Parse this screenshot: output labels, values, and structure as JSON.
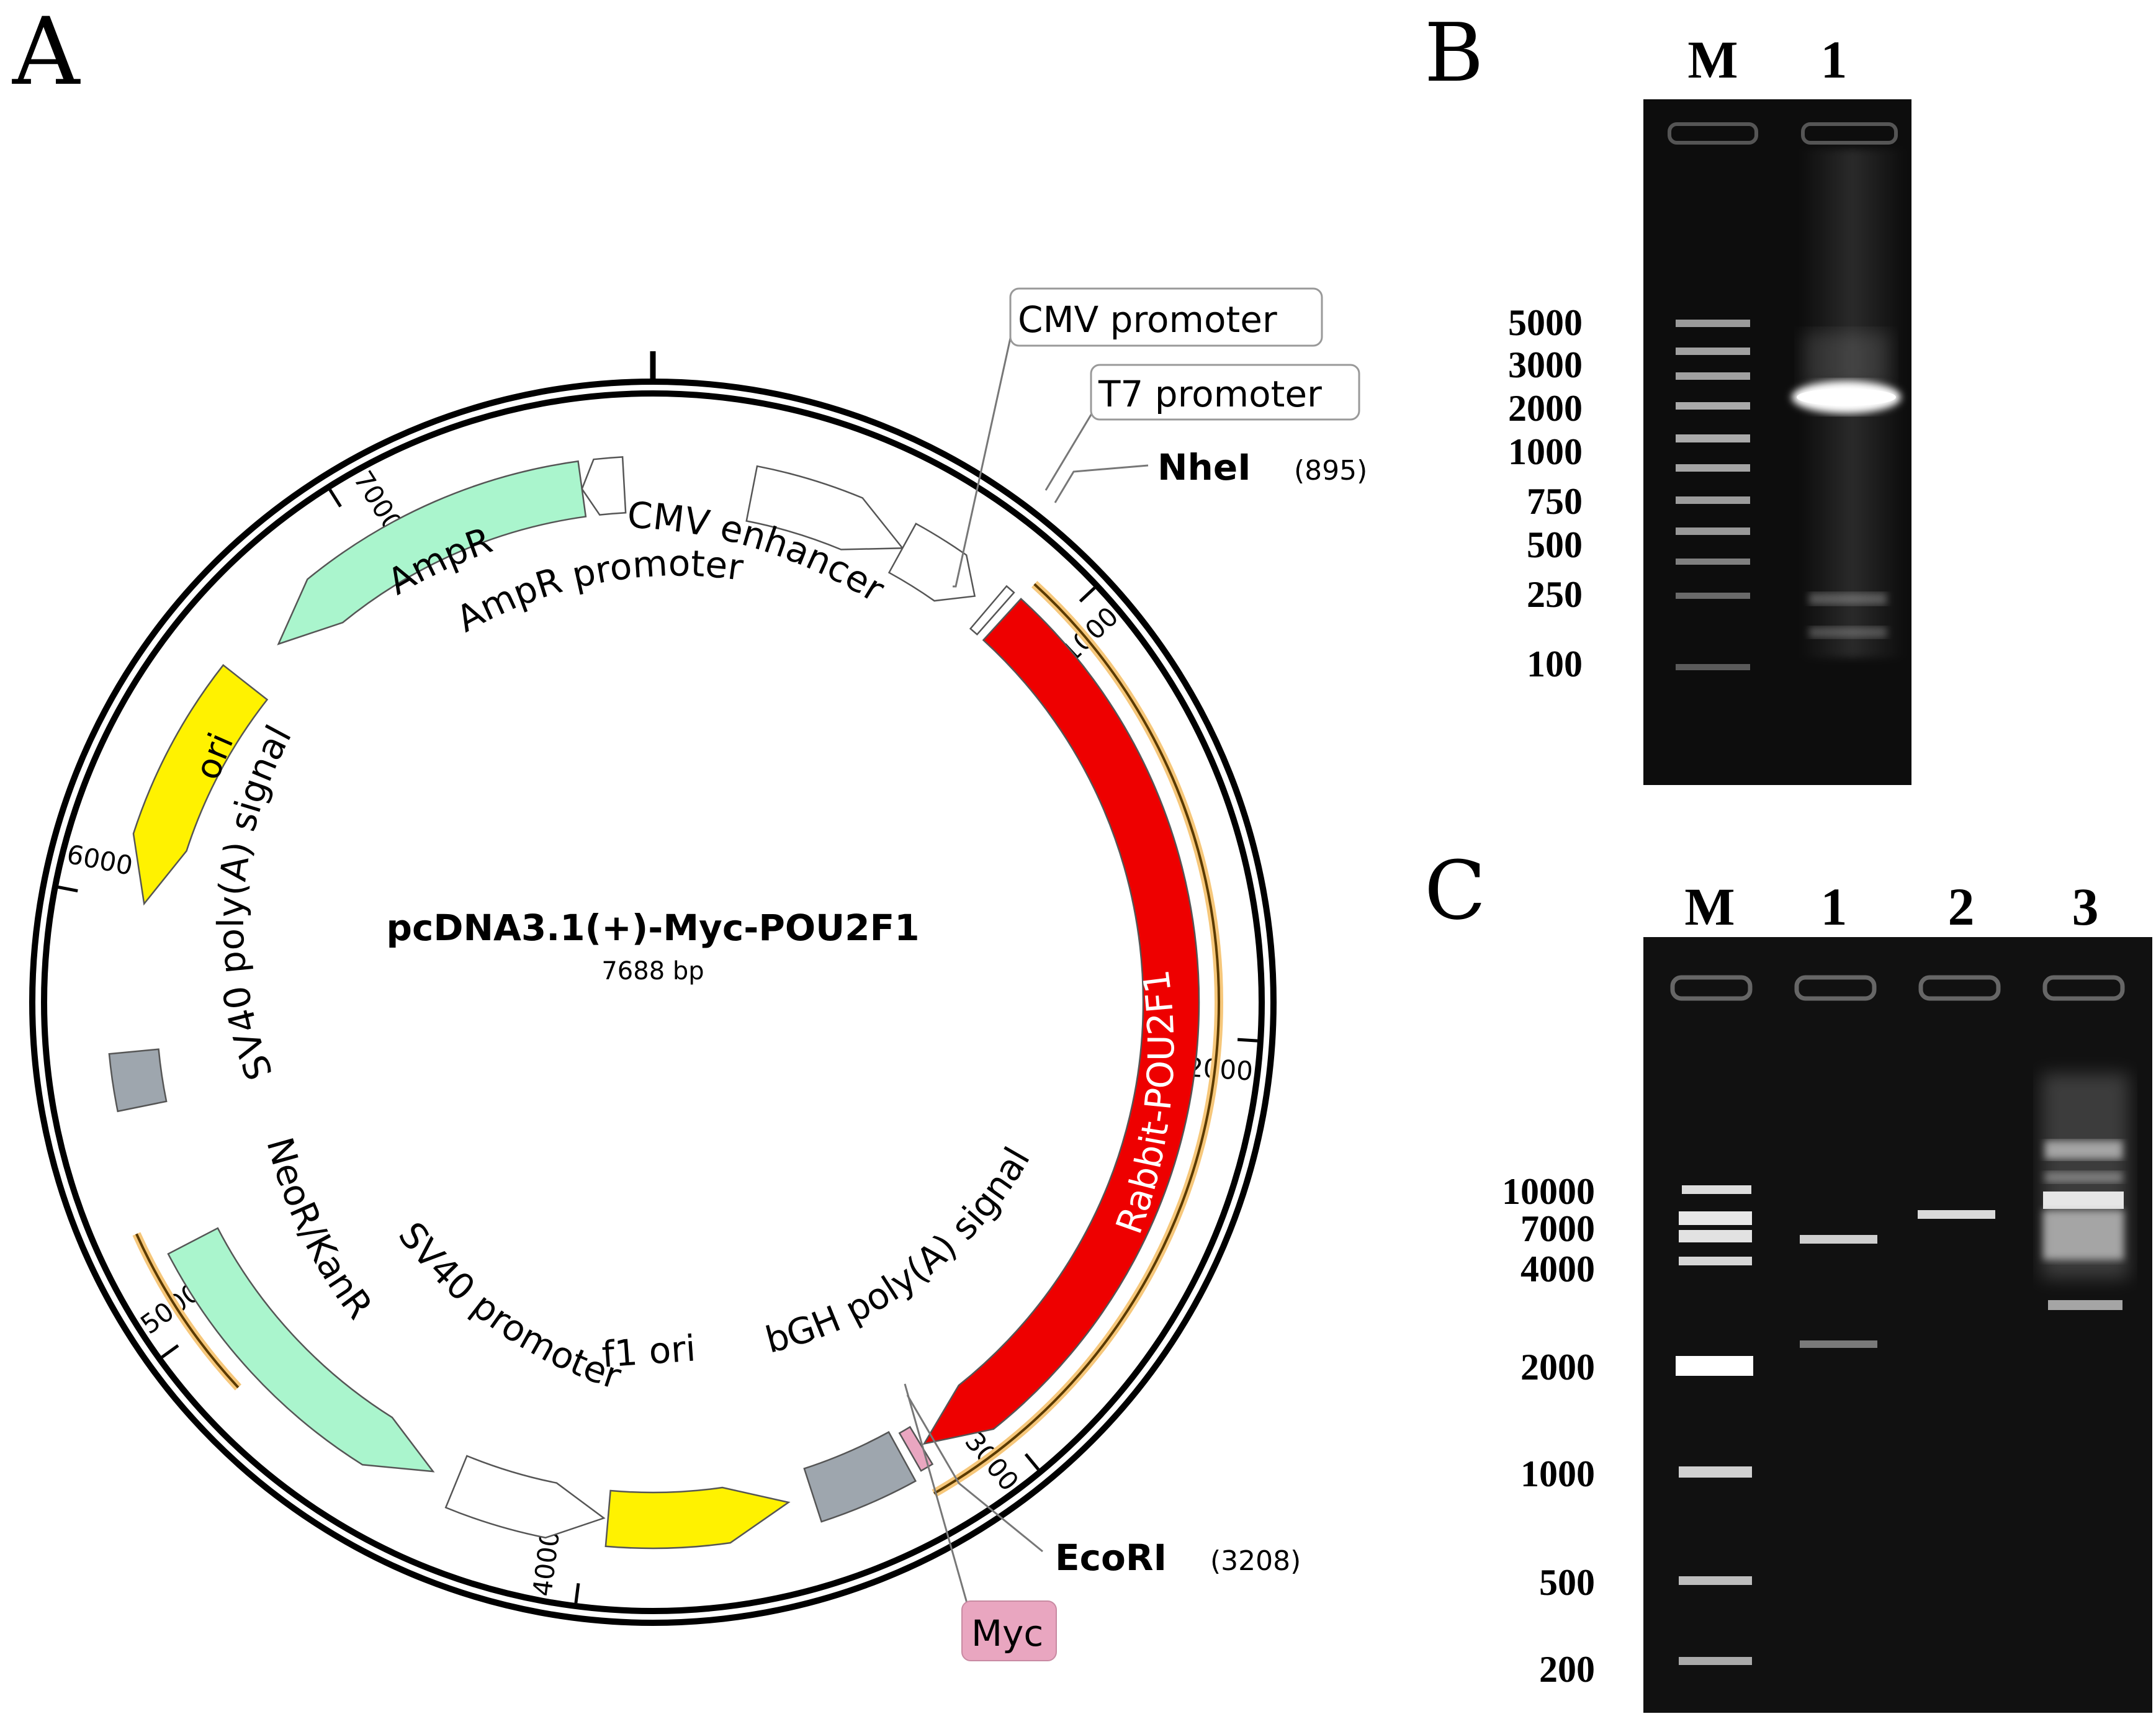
{
  "panels": {
    "a": "A",
    "b": "B",
    "c": "C"
  },
  "plasmid": {
    "name": "pcDNA3.1(+)-Myc-POU2F1",
    "size": "7688 bp",
    "ticks": [
      "1000",
      "2000",
      "3000",
      "4000",
      "5000",
      "6000",
      "7000"
    ],
    "features": {
      "cmv_enhancer": "CMV enhancer",
      "ampr": "AmpR",
      "ampr_promoter": "AmpR promoter",
      "ori": "ori",
      "sv40_polya": "SV40 poly(A) signal",
      "neor": "NeoR/KanR",
      "sv40_promoter": "SV40 promoter",
      "f1_ori": "f1 ori",
      "bgh_polya": "bGH poly(A) signal",
      "insert": "Rabbit-POU2F1"
    },
    "callouts": {
      "cmv_promoter": "CMV promoter",
      "t7_promoter": "T7 promoter",
      "nhei": "NheI",
      "nhei_pos": "(895)",
      "ecori": "EcoRI",
      "ecori_pos": "(3208)",
      "myc": "Myc"
    },
    "colors": {
      "insert": "#ee0000",
      "resistance": "#aaf5cd",
      "ori": "#fff200",
      "polya": "#9ea6ae",
      "myc": "#e9a6c0",
      "primer": "#f6c77a"
    }
  },
  "gel_b": {
    "lanes": [
      "M",
      "1"
    ],
    "marker_labels": [
      "5000",
      "3000",
      "2000",
      "1000",
      "750",
      "500",
      "250",
      "100"
    ]
  },
  "gel_c": {
    "lanes": [
      "M",
      "1",
      "2",
      "3"
    ],
    "marker_labels": [
      "10000",
      "7000",
      "4000",
      "2000",
      "1000",
      "500",
      "200"
    ]
  }
}
